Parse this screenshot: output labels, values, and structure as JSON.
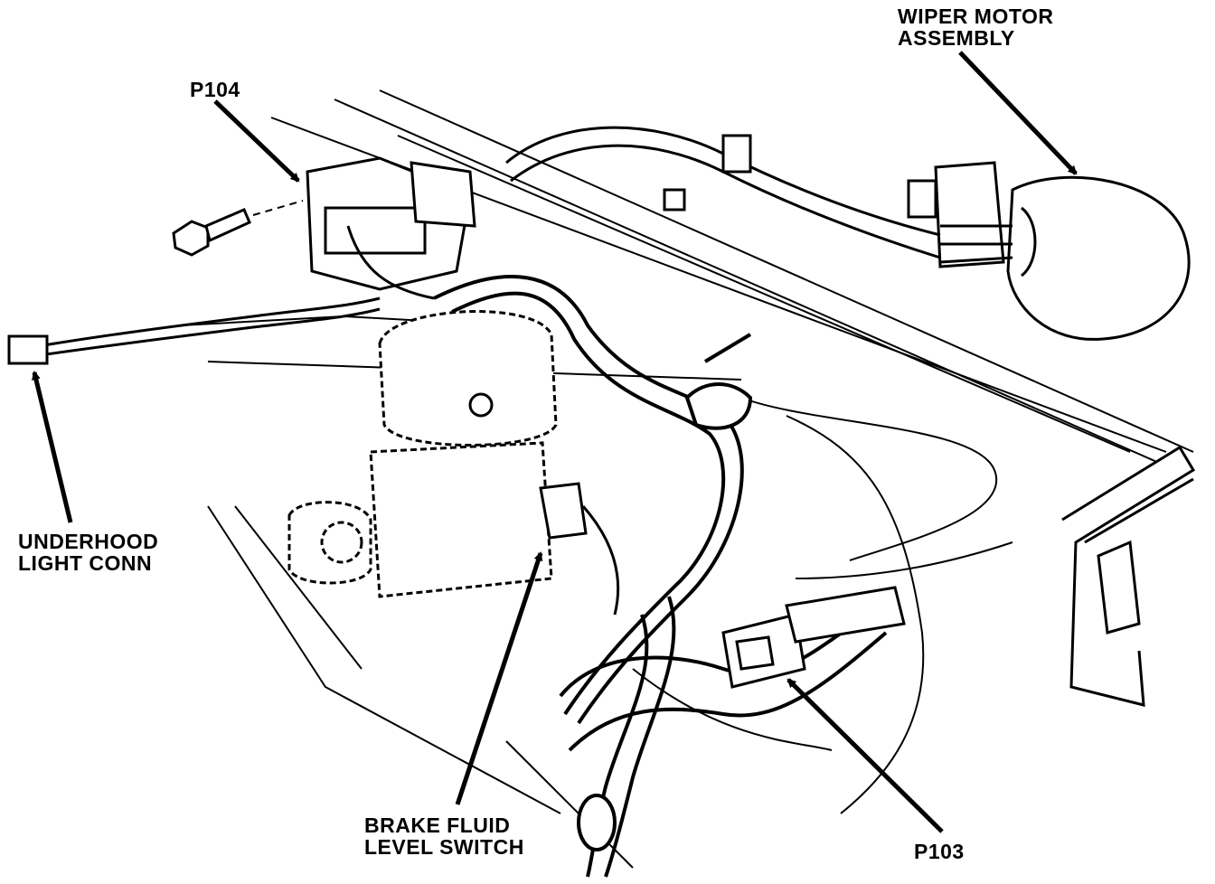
{
  "diagram": {
    "labels": {
      "wiper_motor": {
        "line1": "WIPER MOTOR",
        "line2": "ASSEMBLY"
      },
      "p104": "P104",
      "underhood_light": {
        "line1": "UNDERHOOD",
        "line2": "LIGHT CONN"
      },
      "brake_fluid": {
        "line1": "BRAKE FLUID",
        "line2": "LEVEL SWITCH"
      },
      "p103": "P103"
    },
    "colors": {
      "ink": "#000000",
      "paper": "#ffffff"
    }
  }
}
